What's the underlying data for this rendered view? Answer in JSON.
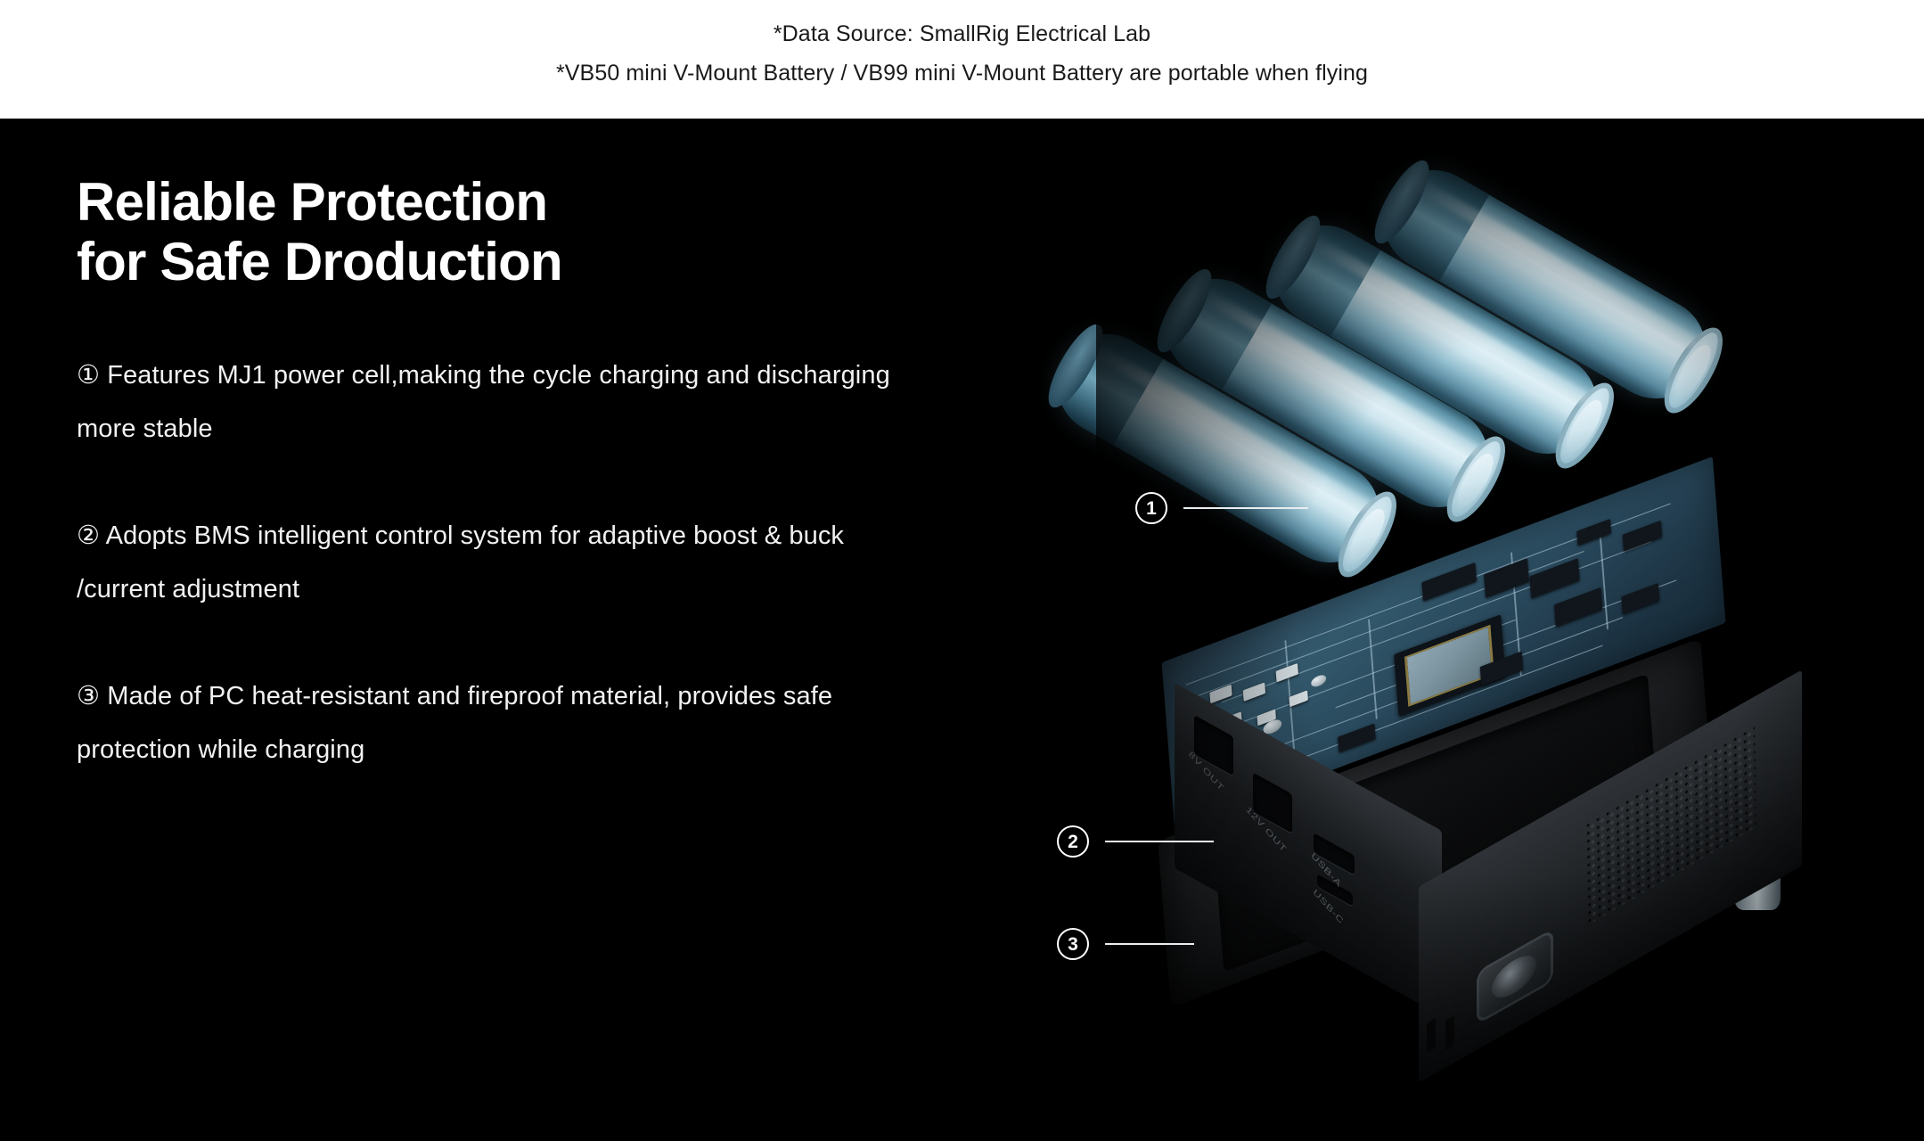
{
  "header": {
    "lines": [
      "*Data Source: SmallRig Electrical Lab",
      "*VB50 mini V-Mount Battery / VB99 mini V-Mount Battery are portable when flying"
    ]
  },
  "main": {
    "headline": {
      "line1": "Reliable Protection",
      "line2": "for Safe Droduction"
    },
    "features": [
      "① Features MJ1 power cell,making the cycle charging and discharging more stable",
      "② Adopts BMS intelligent control system for adaptive boost & buck /current adjustment",
      "③ Made of PC heat-resistant and fireproof material, provides safe protection while charging"
    ]
  },
  "callouts": [
    {
      "id": "1",
      "label": "①"
    },
    {
      "id": "2",
      "label": "②"
    },
    {
      "id": "3",
      "label": "③"
    }
  ],
  "product": {
    "ports": [
      {
        "label": "8V OUT"
      },
      {
        "label": "12V OUT"
      },
      {
        "label": "USB-A"
      },
      {
        "label": "USB-C"
      }
    ]
  },
  "colors": {
    "header_background": "#ffffff",
    "header_text": "#1a1a1a",
    "stage_background": "#000000",
    "headline_text": "#ffffff",
    "body_text": "#f2f2f2",
    "callout_stroke": "#ffffff",
    "cell_highlight": "#dff0f6",
    "cell_mid": "#5e93a8",
    "cell_shadow": "#1b3a49",
    "pcb_board": "#2b4456",
    "pcb_trace": "#bad6e4",
    "housing_body": "#26292c"
  }
}
